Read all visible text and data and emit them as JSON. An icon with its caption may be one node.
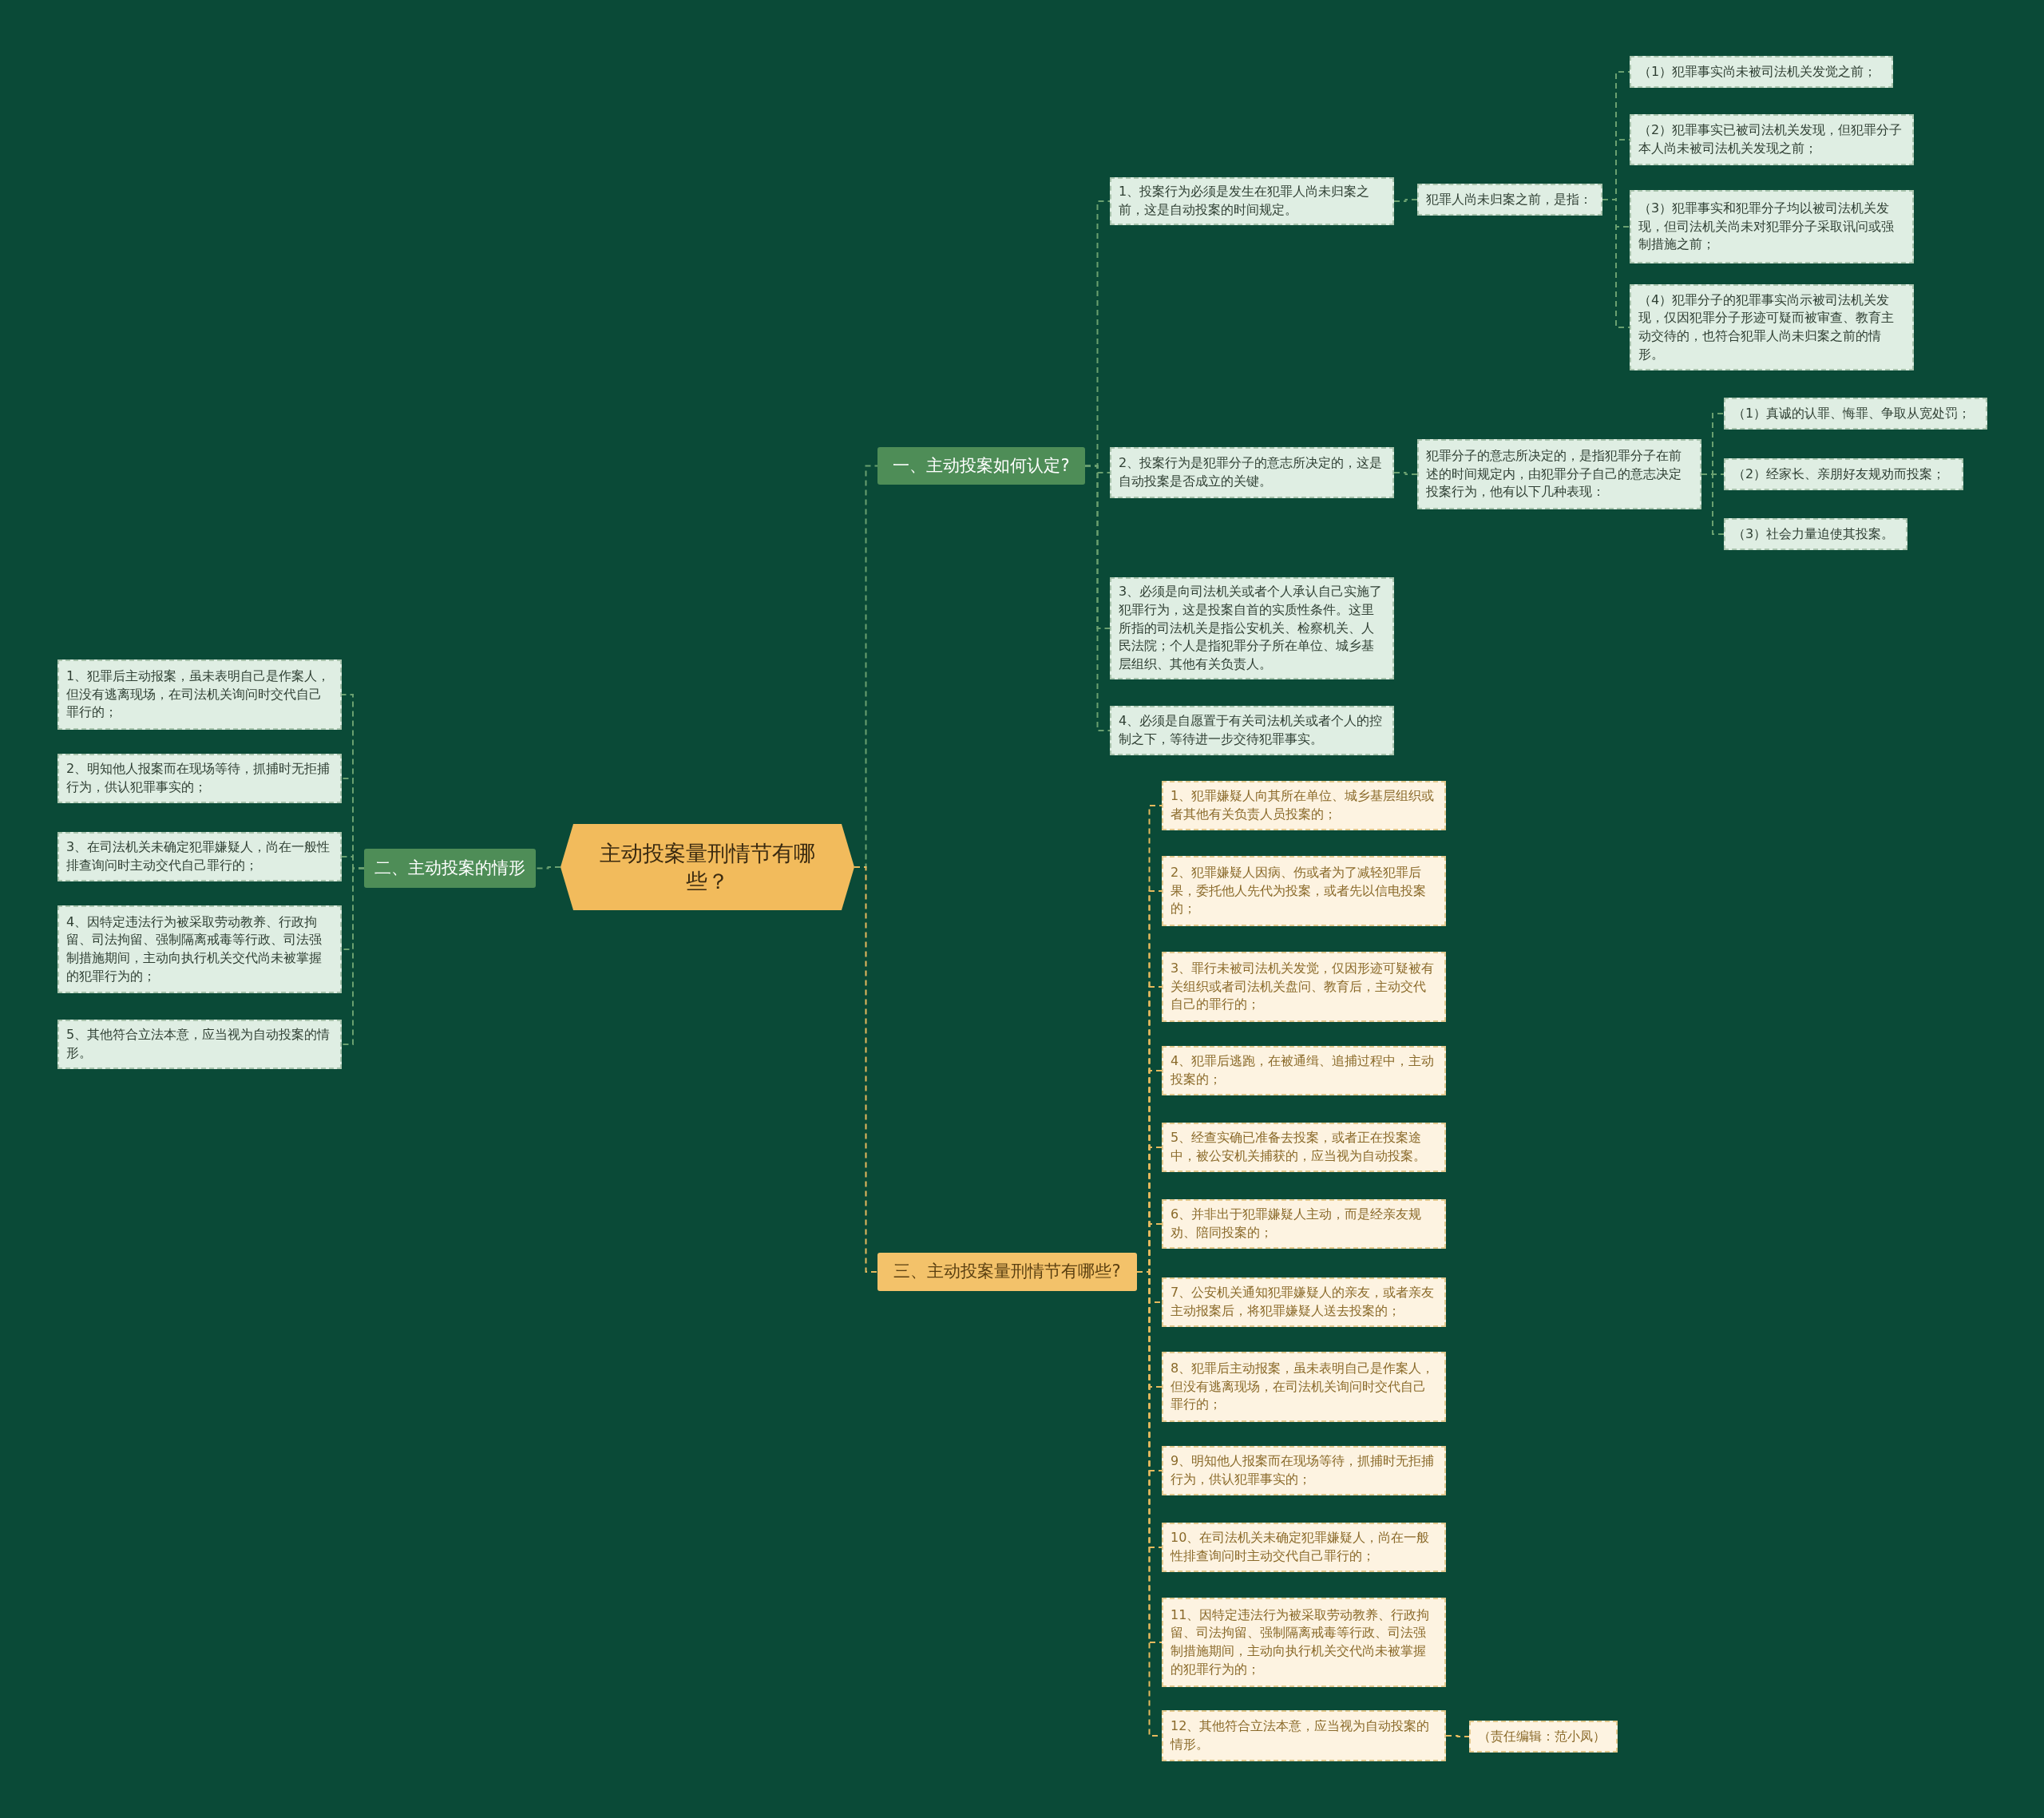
{
  "diagram": {
    "nodes": [
      {
        "text": [
          "主动投案量刑情节有哪些？"
        ]
      },
      {
        "text": [
          "一、主动投案如何认定?"
        ]
      },
      {
        "text": [
          "1、投案行为必须是发生在犯罪人尚未归案之前，这是自动投案的时间规定。"
        ]
      },
      {
        "text": [
          "犯罪人尚未归案之前，是指："
        ]
      },
      {
        "text": [
          "（1）犯罪事实尚未被司法机关发觉之前；"
        ]
      },
      {
        "text": [
          "（2）犯罪事实已被司法机关发现，但犯罪分子本人尚未被司法机关发现之前；"
        ]
      },
      {
        "text": [
          "（3）犯罪事实和犯罪分子均以被司法机关发现，但司法机关尚未对犯罪分子采取讯问或强制措施之前；"
        ]
      },
      {
        "text": [
          "（4）犯罪分子的犯罪事实尚示被司法机关发现，仅因犯罪分子形迹可疑而被审查、教育主动交待的，也符合犯罪人尚未归案之前的情形。"
        ]
      },
      {
        "text": [
          "2、投案行为是犯罪分子的意志所决定的，这是自动投案是否成立的关键。"
        ]
      },
      {
        "text": [
          "犯罪分子的意志所决定的，是指犯罪分子在前述的时间规定内，由犯罪分子自己的意志决定投案行为，他有以下几种表现："
        ]
      },
      {
        "text": [
          "（1）真诚的认罪、悔罪、争取从宽处罚；"
        ]
      },
      {
        "text": [
          "（2）经家长、亲朋好友规劝而投案；"
        ]
      },
      {
        "text": [
          "（3）社会力量迫使其投案。"
        ]
      },
      {
        "text": [
          "3、必须是向司法机关或者个人承认自己实施了犯罪行为，这是投案自首的实质性条件。这里所指的司法机关是指公安机关、检察机关、人民法院；个人是指犯罪分子所在单位、城乡基层组织、其他有关负责人。"
        ]
      },
      {
        "text": [
          "4、必须是自愿置于有关司法机关或者个人的控制之下，等待进一步交待犯罪事实。"
        ]
      },
      {
        "text": [
          "二、主动投案的情形"
        ]
      },
      {
        "text": [
          "1、犯罪后主动报案，虽未表明自己是作案人，但没有逃离现场，在司法机关询问时交代自己罪行的；"
        ]
      },
      {
        "text": [
          "2、明知他人报案而在现场等待，抓捕时无拒捕行为，供认犯罪事实的；"
        ]
      },
      {
        "text": [
          "3、在司法机关未确定犯罪嫌疑人，尚在一般性排查询问时主动交代自己罪行的；"
        ]
      },
      {
        "text": [
          "4、因特定违法行为被采取劳动教养、行政拘留、司法拘留、强制隔离戒毒等行政、司法强制措施期间，主动向执行机关交代尚未被掌握的犯罪行为的；"
        ]
      },
      {
        "text": [
          "5、其他符合立法本意，应当视为自动投案的情形。"
        ]
      },
      {
        "text": [
          "三、主动投案量刑情节有哪些?"
        ]
      },
      {
        "text": [
          "1、犯罪嫌疑人向其所在单位、城乡基层组织或者其他有关负责人员投案的；"
        ]
      },
      {
        "text": [
          "2、犯罪嫌疑人因病、伤或者为了减轻犯罪后果，委托他人先代为投案，或者先以信电投案的；"
        ]
      },
      {
        "text": [
          "3、罪行未被司法机关发觉，仅因形迹可疑被有关组织或者司法机关盘问、教育后，主动交代自己的罪行的；"
        ]
      },
      {
        "text": [
          "4、犯罪后逃跑，在被通缉、追捕过程中，主动投案的；"
        ]
      },
      {
        "text": [
          "5、经查实确已准备去投案，或者正在投案途中，被公安机关捕获的，应当视为自动投案。"
        ]
      },
      {
        "text": [
          "6、并非出于犯罪嫌疑人主动，而是经亲友规劝、陪同投案的；"
        ]
      },
      {
        "text": [
          "7、公安机关通知犯罪嫌疑人的亲友，或者亲友主动报案后，将犯罪嫌疑人送去投案的；"
        ]
      },
      {
        "text": [
          "8、犯罪后主动报案，虽未表明自己是作案人，但没有逃离现场，在司法机关询问时交代自己罪行的；"
        ]
      },
      {
        "text": [
          "9、明知他人报案而在现场等待，抓捕时无拒捕行为，供认犯罪事实的；"
        ]
      },
      {
        "text": [
          "10、在司法机关未确定犯罪嫌疑人，尚在一般性排查询问时主动交代自己罪行的；"
        ]
      },
      {
        "text": [
          "11、因特定违法行为被采取劳动教养、行政拘留、司法拘留、强制隔离戒毒等行政、司法强制措施期间，主动向执行机关交代尚未被掌握的犯罪行为的；"
        ]
      },
      {
        "text": [
          "12、其他符合立法本意，应当视为自动投案的情形。"
        ]
      },
      {
        "text": [
          "（责任编辑：范小凤）"
        ]
      }
    ],
    "edges": [
      {
        "from": 0,
        "to": 1,
        "arrow": "none",
        "style": "dashed"
      },
      {
        "from": 1,
        "to": 2,
        "arrow": "none",
        "style": "dashed"
      },
      {
        "from": 2,
        "to": 3,
        "arrow": "none",
        "style": "dashed"
      },
      {
        "from": 3,
        "to": 4,
        "arrow": "none",
        "style": "dashed"
      },
      {
        "from": 3,
        "to": 5,
        "arrow": "none",
        "style": "dashed"
      },
      {
        "from": 3,
        "to": 6,
        "arrow": "none",
        "style": "dashed"
      },
      {
        "from": 3,
        "to": 7,
        "arrow": "none",
        "style": "dashed"
      },
      {
        "from": 1,
        "to": 8,
        "arrow": "none",
        "style": "dashed"
      },
      {
        "from": 8,
        "to": 9,
        "arrow": "none",
        "style": "dashed"
      },
      {
        "from": 9,
        "to": 10,
        "arrow": "none",
        "style": "dashed"
      },
      {
        "from": 9,
        "to": 11,
        "arrow": "none",
        "style": "dashed"
      },
      {
        "from": 9,
        "to": 12,
        "arrow": "none",
        "style": "dashed"
      },
      {
        "from": 1,
        "to": 13,
        "arrow": "none",
        "style": "dashed"
      },
      {
        "from": 1,
        "to": 14,
        "arrow": "none",
        "style": "dashed"
      },
      {
        "from": 0,
        "to": 15,
        "arrow": "none",
        "style": "dashed"
      },
      {
        "from": 15,
        "to": 16,
        "arrow": "none",
        "style": "dashed"
      },
      {
        "from": 15,
        "to": 17,
        "arrow": "none",
        "style": "dashed"
      },
      {
        "from": 15,
        "to": 18,
        "arrow": "none",
        "style": "dashed"
      },
      {
        "from": 15,
        "to": 19,
        "arrow": "none",
        "style": "dashed"
      },
      {
        "from": 15,
        "to": 20,
        "arrow": "none",
        "style": "dashed"
      },
      {
        "from": 0,
        "to": 21,
        "arrow": "none",
        "style": "dashed",
        "color": "#e6b95e"
      },
      {
        "from": 21,
        "to": 22,
        "arrow": "none",
        "style": "dashed",
        "color": "#e6b95e"
      },
      {
        "from": 21,
        "to": 23,
        "arrow": "none",
        "style": "dashed",
        "color": "#e6b95e"
      },
      {
        "from": 21,
        "to": 24,
        "arrow": "none",
        "style": "dashed",
        "color": "#e6b95e"
      },
      {
        "from": 21,
        "to": 25,
        "arrow": "none",
        "style": "dashed",
        "color": "#e6b95e"
      },
      {
        "from": 21,
        "to": 26,
        "arrow": "none",
        "style": "dashed",
        "color": "#e6b95e"
      },
      {
        "from": 21,
        "to": 27,
        "arrow": "none",
        "style": "dashed",
        "color": "#e6b95e"
      },
      {
        "from": 21,
        "to": 28,
        "arrow": "none",
        "style": "dashed",
        "color": "#e6b95e"
      },
      {
        "from": 21,
        "to": 29,
        "arrow": "none",
        "style": "dashed",
        "color": "#e6b95e"
      },
      {
        "from": 21,
        "to": 30,
        "arrow": "none",
        "style": "dashed",
        "color": "#e6b95e"
      },
      {
        "from": 21,
        "to": 31,
        "arrow": "none",
        "style": "dashed",
        "color": "#e6b95e"
      },
      {
        "from": 21,
        "to": 32,
        "arrow": "none",
        "style": "dashed",
        "color": "#e6b95e"
      },
      {
        "from": 21,
        "to": 33,
        "arrow": "none",
        "style": "dashed",
        "color": "#e6b95e"
      },
      {
        "from": 33,
        "to": 34,
        "arrow": "none",
        "style": "dashed",
        "color": "#e6b95e"
      }
    ]
  }
}
